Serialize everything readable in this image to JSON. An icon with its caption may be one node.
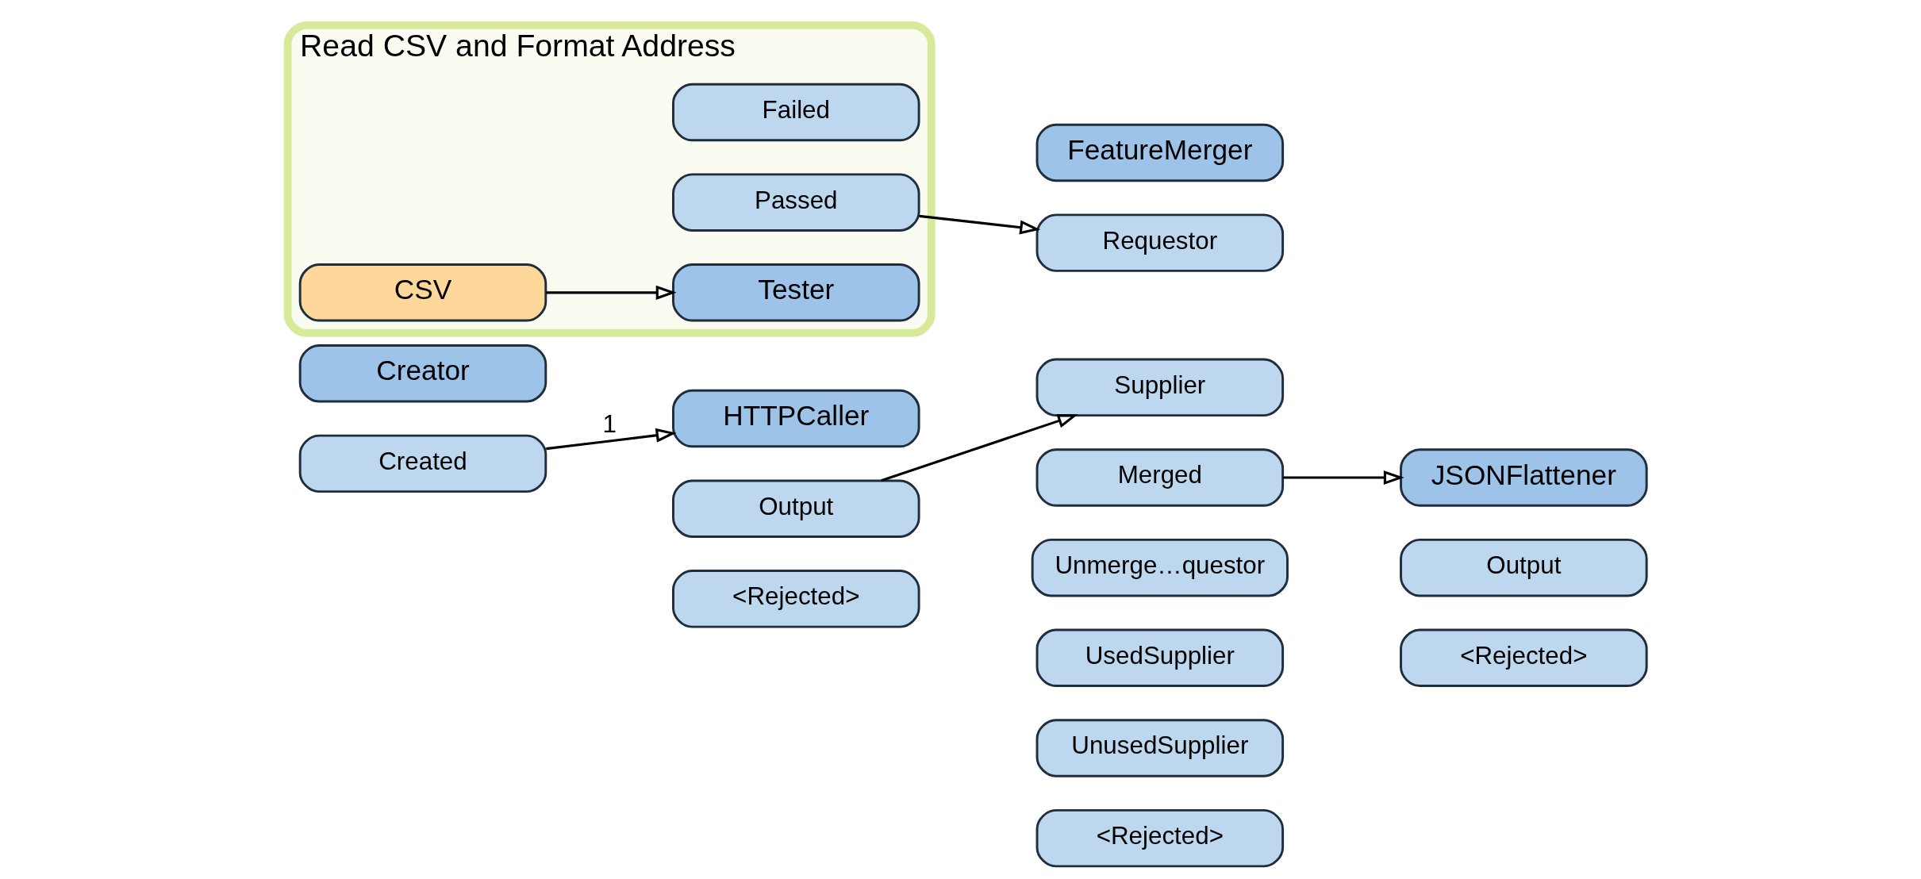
{
  "diagram": {
    "nodes": [
      {
        "text": [
          "Read CSV and Format Address"
        ]
      },
      {
        "text": [
          "CSV"
        ],
        "in": 0
      },
      {
        "text": [
          "Tester"
        ],
        "in": 0
      },
      {
        "text": [
          "Passed"
        ],
        "in": 0
      },
      {
        "text": [
          "Failed"
        ],
        "in": 0
      },
      {
        "text": [
          "FeatureMerger"
        ]
      },
      {
        "text": [
          "Requestor"
        ]
      },
      {
        "text": [
          "Supplier"
        ]
      },
      {
        "text": [
          "Merged"
        ]
      },
      {
        "text": [
          "Unmerge…questor"
        ]
      },
      {
        "text": [
          "UsedSupplier"
        ]
      },
      {
        "text": [
          "UnusedSupplier"
        ]
      },
      {
        "text": [
          "<Rejected>"
        ]
      },
      {
        "text": [
          "JSONFlattener"
        ]
      },
      {
        "text": [
          "Output"
        ]
      },
      {
        "text": [
          "<Rejected>"
        ]
      },
      {
        "text": [
          "Creator"
        ]
      },
      {
        "text": [
          "Created"
        ]
      },
      {
        "text": [
          "HTTPCaller"
        ]
      },
      {
        "text": [
          "Output"
        ]
      },
      {
        "text": [
          "<Rejected>"
        ]
      }
    ],
    "edges": [
      {
        "from": 1,
        "to": 2,
        "arrow": "to"
      },
      {
        "from": 3,
        "to": 6,
        "arrow": "to"
      },
      {
        "from": 8,
        "to": 13,
        "arrow": "to"
      },
      {
        "from": 17,
        "to": 18,
        "arrow": "to",
        "label": "1"
      },
      {
        "from": 19,
        "to": 7,
        "arrow": "to"
      }
    ]
  }
}
